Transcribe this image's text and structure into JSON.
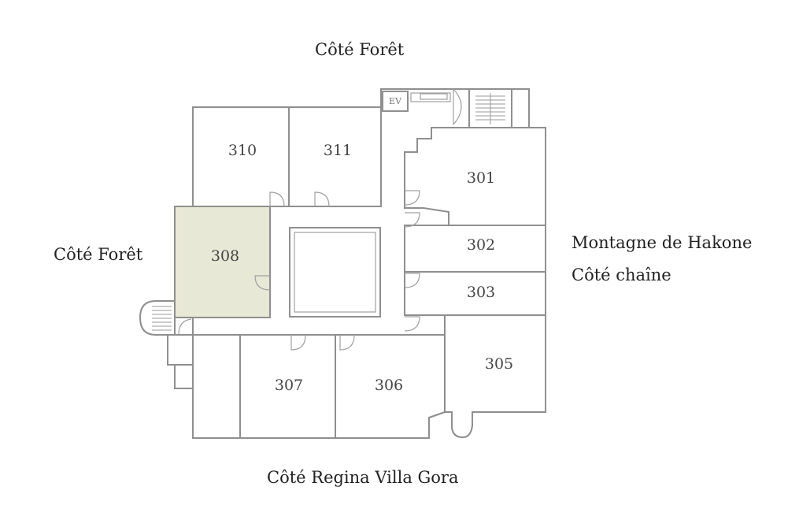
{
  "labels": {
    "top": "Côté Forêt",
    "left": "Côté Forêt",
    "right_line1": "Montagne de Hakone",
    "right_line2": "Côté chaîne",
    "bottom": "Côté Regina Villa Gora"
  },
  "elevator_label": "EV",
  "rooms": {
    "r301": "301",
    "r302": "302",
    "r303": "303",
    "r305": "305",
    "r306": "306",
    "r307": "307",
    "r308": "308",
    "r310": "310",
    "r311": "311"
  },
  "highlighted_room": "308",
  "colors": {
    "highlight_fill": "#e8e8d6",
    "wall": "#8f8f8f"
  }
}
